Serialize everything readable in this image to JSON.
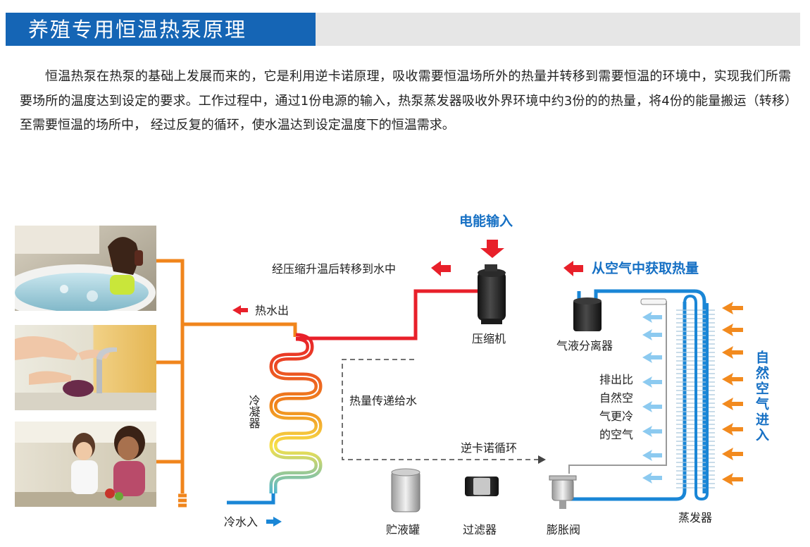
{
  "header": {
    "title": "养殖专用恒温热泵原理"
  },
  "intro_text": "恒温热泵在热泵的基础上发展而来的，它是利用逆卡诺原理，吸收需要恒温场所外的热量并转移到需要恒温的环境中，实现我们所需要场所的温度达到设定的要求。工作过程中，通过1份电源的输入，热泵蒸发器吸收外界环境中约3份的的热量，将4份的能量搬运（转移）至需要恒温的场所中，  经过反复的循环，使水温达到设定温度下的恒温需求。",
  "labels": {
    "power_input": "电能输入",
    "compress_transfer": "经压缩升温后转移到水中",
    "heat_from_air": "从空气中获取热量",
    "hot_water_out": "热水出",
    "compressor": "压缩机",
    "gas_liquid_separator": "气液分离器",
    "condenser": "冷凝器",
    "heat_transfer_water": "热量传递给水",
    "reverse_carnot": "逆卡诺循环",
    "exhaust_line1": "排出比",
    "exhaust_line2": "自然空",
    "exhaust_line3": "气更冷",
    "exhaust_line4": "的空气",
    "natural_air_in": "自然空气进入",
    "cold_water_in": "冷水入",
    "liquid_tank": "贮液罐",
    "filter": "过滤器",
    "expansion_valve": "膨胀阀",
    "evaporator": "蒸发器"
  },
  "colors": {
    "header_blue": "#1565b5",
    "hot_pipe": "#e8202a",
    "cold_pipe": "#1a86d6",
    "warm_pipe": "#f0851c",
    "arrow_red": "#e8202a",
    "arrow_orange": "#f28a1e",
    "arrow_lightblue": "#8ccaf0",
    "label_blue": "#1670c4"
  },
  "icons": [
    "red-arrow-down-icon",
    "red-arrow-left-icon",
    "orange-arrow-left-icon",
    "light-blue-arrow-left-icon",
    "blue-arrow-right-icon"
  ]
}
